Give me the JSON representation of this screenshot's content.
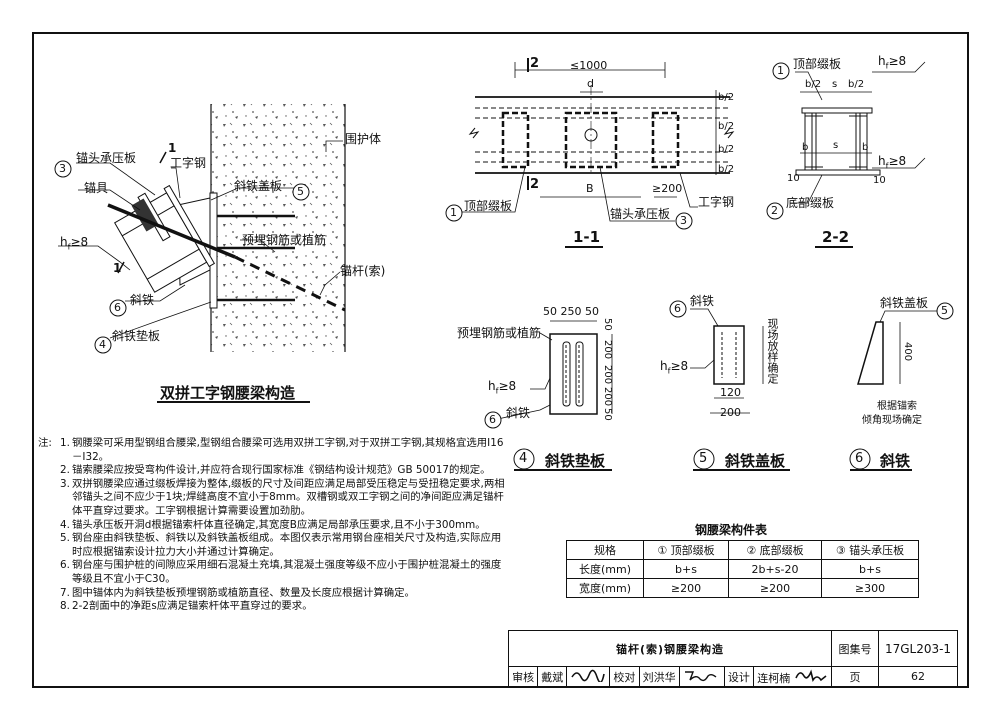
{
  "drawing": {
    "left_detail": {
      "caption": "双拼工字钢腰梁构造",
      "labels": {
        "wall": "围护体",
        "anchor_plate": "锚头承压板",
        "i_beam": "工字钢",
        "anchor_tool": "锚具",
        "hf": "h",
        "hf_sub": "f",
        "hf_val": "≥8",
        "cover": "斜铁盖板",
        "rebar": "预埋钢筋或植筋",
        "cable": "锚杆(索)",
        "wedge": "斜铁",
        "pad": "斜铁垫板",
        "n3": "3",
        "n5": "5",
        "n6": "6",
        "n4": "4",
        "cut1": "1",
        "cut2": "1"
      }
    },
    "section_11": {
      "caption": "1-1",
      "dims": {
        "top": "≤1000",
        "d": "d",
        "b": "B",
        "ge200": "≥200",
        "b2a": "b/2",
        "b2b": "b/2",
        "b2c": "b/2",
        "b2d": "b/2",
        "two_a": "2",
        "two_b": "2"
      },
      "labels": {
        "top_plate": "顶部缀板",
        "anchor_plate": "锚头承压板",
        "i_beam": "工字钢",
        "n1": "1",
        "n3": "3"
      }
    },
    "section_22": {
      "caption": "2-2",
      "labels": {
        "top_plate": "顶部缀板",
        "bottom_plate": "底部缀板",
        "n1": "1",
        "n2": "2",
        "hf_top": "h",
        "hf_top_sub": "f",
        "hf_top_val": "≥8",
        "hf_bot": "h",
        "hf_bot_sub": "f",
        "hf_bot_val": "≥8",
        "b2a": "b/2",
        "s1": "s",
        "b2b": "b/2",
        "b1": "b",
        "s2": "s",
        "b3": "b",
        "ten1": "10",
        "ten2": "10"
      }
    },
    "detail4": {
      "caption_num": "4",
      "caption": "斜铁垫板",
      "labels": {
        "rebar": "预埋钢筋或植筋",
        "wedge": "斜铁",
        "n6": "6",
        "hf": "h",
        "hf_sub": "f",
        "hf_val": "≥8"
      },
      "dims": {
        "top": "50 250 50",
        "r1": "50",
        "r2": "200",
        "r3": "200",
        "r4": "200",
        "r5": "50"
      }
    },
    "detail5": {
      "caption_num": "5",
      "caption": "斜铁盖板",
      "labels": {
        "wedge": "斜铁",
        "n6": "6",
        "field": "现场放样确定",
        "hf": "h",
        "hf_sub": "f",
        "hf_val": "≥8"
      },
      "dims": {
        "d120": "120",
        "d200": "200"
      }
    },
    "detail6": {
      "caption_num": "6",
      "caption": "斜铁",
      "labels": {
        "cover": "斜铁盖板",
        "n5": "5",
        "note1": "根据锚索",
        "note2": "倾角现场确定"
      },
      "dims": {
        "d400": "400"
      }
    }
  },
  "notes": {
    "heading": "注:",
    "items": [
      "钢腰梁可采用型钢组合腰梁,型钢组合腰梁可选用双拼工字钢,对于双拼工字钢,其规格宜选用I16－I32。",
      "锚索腰梁应按受弯构件设计,并应符合现行国家标准《钢结构设计规范》GB 50017的规定。",
      "双拼钢腰梁应通过缀板焊接为整体,缀板的尺寸及间距应满足局部受压稳定与受扭稳定要求,两相邻锚头之间不应少于1块;焊缝高度不宜小于8mm。双槽钢或双工字钢之间的净间距应满足锚杆体平直穿过要求。工字钢根据计算需要设置加劲肋。",
      "锚头承压板开洞d根据锚索杆体直径确定,其宽度B应满足局部承压要求,且不小于300mm。",
      "钢台座由斜铁垫板、斜铁以及斜铁盖板组成。本图仅表示常用钢台座相关尺寸及构造,实际应用时应根据锚索设计拉力大小并通过计算确定。",
      "钢台座与围护桩的间隙应采用细石混凝土充填,其混凝土强度等级不应小于围护桩混凝土的强度等级且不宜小于C30。",
      "图中锚体内为斜铁垫板预埋钢筋或植筋直径、数量及长度应根据计算确定。",
      "2-2剖面中的净距s应满足锚索杆体平直穿过的要求。"
    ]
  },
  "component_table": {
    "title": "钢腰梁构件表",
    "header": [
      "规格",
      "① 顶部缀板",
      "② 底部缀板",
      "③ 锚头承压板"
    ],
    "rows": [
      [
        "长度(mm)",
        "b+s",
        "2b+s-20",
        "b+s"
      ],
      [
        "宽度(mm)",
        "≥200",
        "≥200",
        "≥300"
      ]
    ]
  },
  "title_block": {
    "title": "锚杆(索)钢腰梁构造",
    "atlas_label": "图集号",
    "atlas_no": "17GL203-1",
    "review_label": "审核",
    "reviewer": "戴斌",
    "check_label": "校对",
    "checker": "刘洪华",
    "design_label": "设计",
    "designer": "连柯楠",
    "page_label": "页",
    "page_no": "62"
  }
}
